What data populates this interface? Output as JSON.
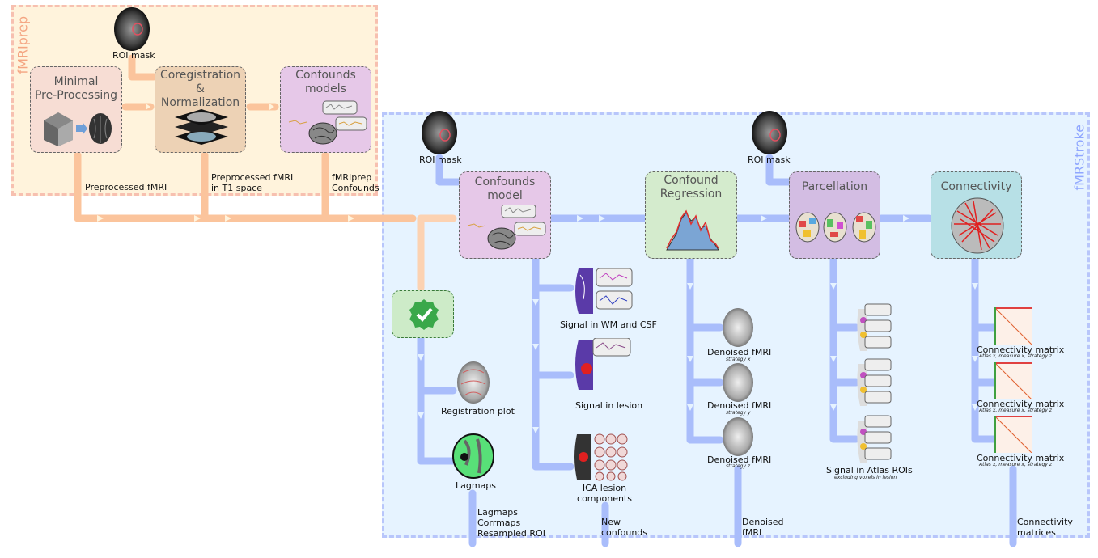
{
  "regions": {
    "fmriprep": {
      "label": "fMRIprep",
      "color": "#f4a582",
      "fill": "#fff3dc"
    },
    "fmristroke": {
      "label": "fMRStroke",
      "color": "#8fa6ff",
      "fill": "#e6f3ff"
    }
  },
  "boxes": {
    "minimal": {
      "title": "Minimal\nPre-Processing",
      "fill": "#f7ddd4"
    },
    "coreg": {
      "title": "Coregistration\n&\nNormalization",
      "fill": "#edd2b5"
    },
    "confounds_models": {
      "title": "Confounds\nmodels",
      "fill": "#e6c8e8"
    },
    "confounds_model": {
      "title": "Confounds\nmodel",
      "fill": "#e6c8e8"
    },
    "confound_regression": {
      "title": "Confound\nRegression",
      "fill": "#d4ebcd"
    },
    "parcellation": {
      "title": "Parcellation",
      "fill": "#d3bde3"
    },
    "connectivity": {
      "title": "Connectivity",
      "fill": "#b7e0e6"
    },
    "check_fill": "#cdebc8"
  },
  "labels": {
    "roi_mask": "ROI mask",
    "preprocessed_fmri": "Preprocessed fMRI",
    "preprocessed_fmri_t1": "Preprocessed fMRI\nin T1 space",
    "fmriprep_confounds": "fMRIprep\nConfounds",
    "signal_wm_csf": "Signal in WM and CSF",
    "signal_lesion": "Signal in lesion",
    "ica_lesion": "ICA lesion\ncomponents",
    "registration_plot": "Registration plot",
    "lagmaps": "Lagmaps",
    "lagmaps_outputs": "Lagmaps\nCorrmaps\nResampled ROI",
    "new_confounds": "New\nconfounds",
    "denoised_fmri": "Denoised fMRI",
    "strategy_x": "strategy x",
    "strategy_y": "strategy y",
    "strategy_z": "strategy z",
    "denoised_output": "Denoised\nfMRI",
    "signal_atlas": "Signal in Atlas ROIs",
    "excluding_voxels": "excluding voxels in lesion",
    "connectivity_matrix": "Connectivity matrix",
    "connectivity_sub": "Atlas x, measure x, strategy z",
    "connectivity_matrices": "Connectivity\nmatrices"
  },
  "arrow_colors": {
    "orange": "#fbc49c",
    "blue": "#a9bdfb"
  }
}
